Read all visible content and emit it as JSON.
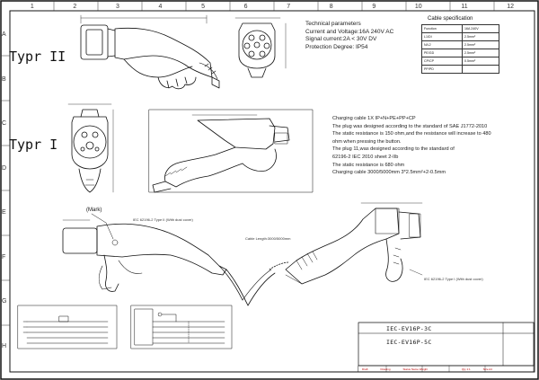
{
  "grid": {
    "top": [
      "1",
      "2",
      "3",
      "4",
      "5",
      "6",
      "7",
      "8",
      "9",
      "10",
      "11",
      "12"
    ],
    "left": [
      "A",
      "B",
      "C",
      "D",
      "E",
      "F",
      "G",
      "H"
    ]
  },
  "labels": {
    "type2": "Typr II",
    "type1": "Typr I",
    "mark": "(Mark)",
    "type2_callout": "IEC 62196-2 Type II (With dust cover)",
    "type1_callout": "IEC 62196-2 Type I (With dust cover)",
    "cable_length": "Cable Length:3000/5000mm"
  },
  "technical_parameters": {
    "heading": "Technical parameters",
    "lines": [
      "Current and Voltage:16A 240V AC",
      "Signal current:2A < 30V DV",
      "Protection Degree: IP54"
    ]
  },
  "cable_spec": {
    "caption": "Cable specification",
    "header": [
      "Function",
      "16A 240V"
    ],
    "rows": [
      [
        "L1/DI",
        "2.5mm²"
      ],
      [
        "N/L2",
        "2.5mm²"
      ],
      [
        "PE/GD",
        "2.5mm²"
      ],
      [
        "CP/CP",
        "0.5mm²"
      ],
      [
        "PP/PD",
        ""
      ]
    ]
  },
  "description": {
    "lines": [
      "Charging cable 1X IP+N+PE+PP+CP",
      "The plug was designed according to the standard of SAE J1772-2010",
      "The static resistance is 150 ohm,and the resistance will increase to 480",
      "ohm when pressing the button.",
      "The plug 11,was designed according to the standard of",
      "62196-2 IEC 2010 sheet 2-IIb",
      "The static resistance is 680 ohm",
      "Charging cable 3000/5000mm 3*2.5mm²+2-0.5mm"
    ]
  },
  "title_block": {
    "models": [
      "IEC-EV16P-3C",
      "IEC-EV16P-5C"
    ],
    "footer": [
      "Draft",
      "Drawing",
      "Status Name Weight",
      "",
      "Qty 1:1",
      "Size A4"
    ]
  }
}
